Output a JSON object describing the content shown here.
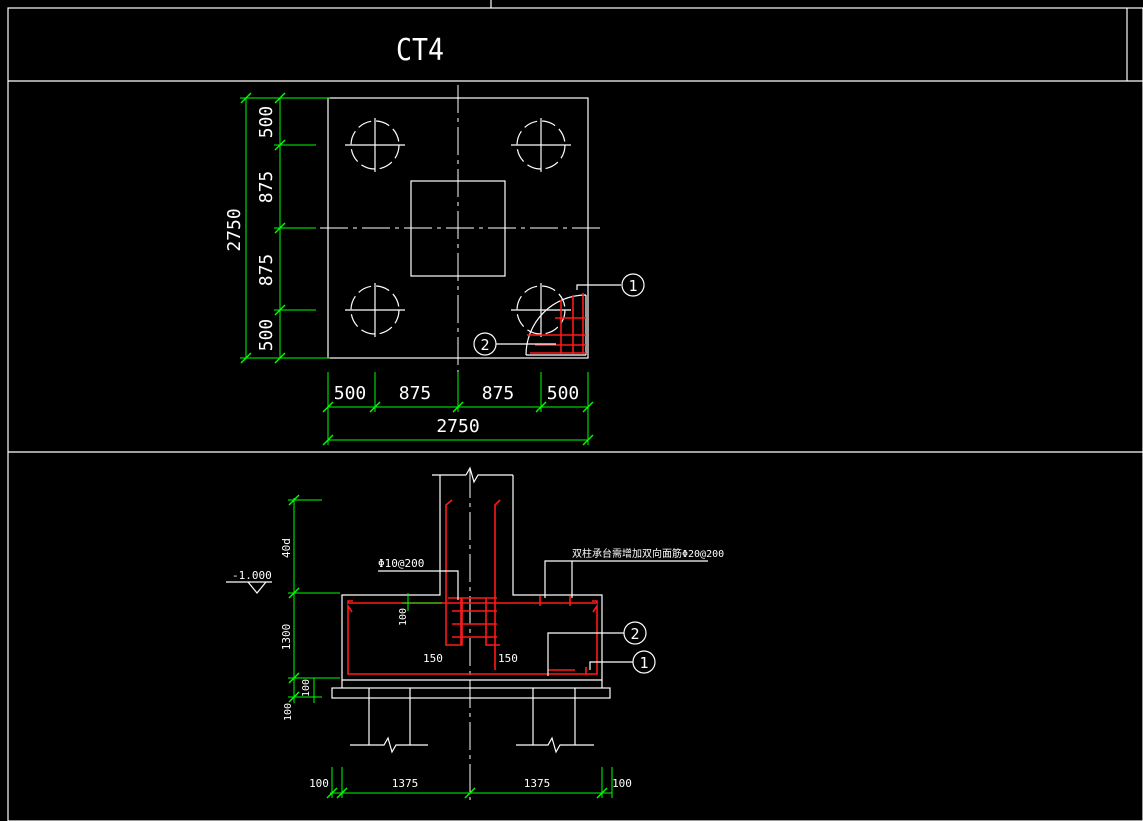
{
  "title": "CT4",
  "colors": {
    "background": "#000000",
    "outline": "#ffffff",
    "dimension": "#00ff00",
    "rebar": "#ff1a1a"
  },
  "plan": {
    "dims_vertical": [
      "500",
      "875",
      "875",
      "500"
    ],
    "dim_vertical_total": "2750",
    "dims_horizontal": [
      "500",
      "875",
      "875",
      "500"
    ],
    "dim_horizontal_total": "2750",
    "callout_1": "1",
    "callout_2": "2"
  },
  "section": {
    "elevation": "-1.000",
    "dim_40d": "40d",
    "dim_1300": "1300",
    "dim_100_a": "100",
    "dim_100_b": "100",
    "dim_100_c": "100",
    "stirrup_label": "Φ10@200",
    "top_rebar_note": "双柱承台需增加双向面筋Φ20@200",
    "label_150_left": "150",
    "label_150_right": "150",
    "dims_bottom": [
      "100",
      "1375",
      "1375",
      "100"
    ],
    "callout_1": "1",
    "callout_2": "2"
  }
}
